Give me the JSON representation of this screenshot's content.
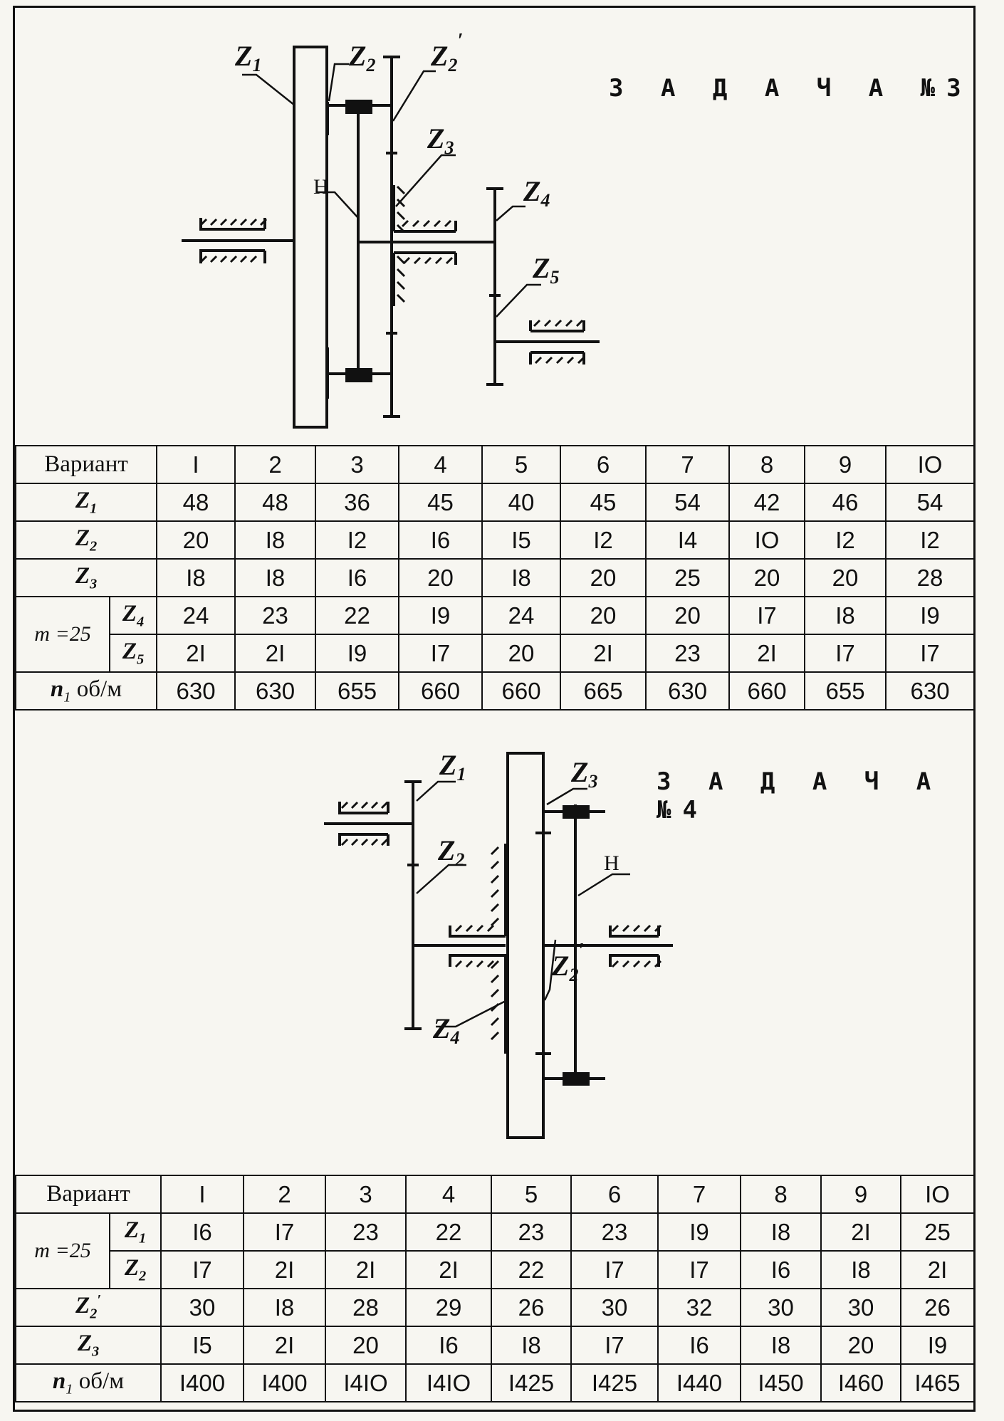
{
  "task3": {
    "title": "З А Д А Ч А №3",
    "diagram_labels": {
      "z1": "Z",
      "z1s": "1",
      "z2": "Z",
      "z2s": "2",
      "z2p": "Z",
      "z2ps": "2",
      "z2pm": "′",
      "z3": "Z",
      "z3s": "3",
      "h": "H",
      "z4": "Z",
      "z4s": "4",
      "z5": "Z",
      "z5s": "5"
    },
    "table": {
      "header_label": "Вариант",
      "variants": [
        "I",
        "2",
        "3",
        "4",
        "5",
        "6",
        "7",
        "8",
        "9",
        "IO"
      ],
      "rows": [
        {
          "label": "Z",
          "sub": "1",
          "values": [
            "48",
            "48",
            "36",
            "45",
            "40",
            "45",
            "54",
            "42",
            "46",
            "54"
          ]
        },
        {
          "label": "Z",
          "sub": "2",
          "values": [
            "20",
            "I8",
            "I2",
            "I6",
            "I5",
            "I2",
            "I4",
            "IO",
            "I2",
            "I2"
          ]
        },
        {
          "label": "Z",
          "sub": "3",
          "values": [
            "I8",
            "I8",
            "I6",
            "20",
            "I8",
            "20",
            "25",
            "20",
            "20",
            "28"
          ]
        }
      ],
      "module_label": "m =25",
      "module_rows": [
        {
          "label": "Z",
          "sub": "4",
          "values": [
            "24",
            "23",
            "22",
            "I9",
            "24",
            "20",
            "20",
            "I7",
            "I8",
            "I9"
          ]
        },
        {
          "label": "Z",
          "sub": "5",
          "values": [
            "2I",
            "2I",
            "I9",
            "I7",
            "20",
            "2I",
            "23",
            "2I",
            "I7",
            "I7"
          ]
        }
      ],
      "speed_row": {
        "label": "n",
        "sub": "1",
        "unit": "об/м",
        "values": [
          "630",
          "630",
          "655",
          "660",
          "660",
          "665",
          "630",
          "660",
          "655",
          "630"
        ]
      }
    }
  },
  "task4": {
    "title": "З А Д А Ч А №4",
    "diagram_labels": {
      "z1": "Z",
      "z1s": "1",
      "z2": "Z",
      "z2s": "2",
      "z3": "Z",
      "z3s": "3",
      "h": "H",
      "z2p": "Z",
      "z2ps": "2",
      "z2pm": "′",
      "z4": "Z",
      "z4s": "4"
    },
    "table": {
      "header_label": "Вариант",
      "variants": [
        "I",
        "2",
        "3",
        "4",
        "5",
        "6",
        "7",
        "8",
        "9",
        "IO"
      ],
      "module_label": "m =25",
      "module_rows": [
        {
          "label": "Z",
          "sub": "1",
          "values": [
            "I6",
            "I7",
            "23",
            "22",
            "23",
            "23",
            "I9",
            "I8",
            "2I",
            "25"
          ]
        },
        {
          "label": "Z",
          "sub": "2",
          "values": [
            "I7",
            "2I",
            "2I",
            "2I",
            "22",
            "I7",
            "I7",
            "I6",
            "I8",
            "2I"
          ]
        }
      ],
      "rows": [
        {
          "label": "Z",
          "sub": "2",
          "sup": "′",
          "values": [
            "30",
            "I8",
            "28",
            "29",
            "26",
            "30",
            "32",
            "30",
            "30",
            "26"
          ]
        },
        {
          "label": "Z",
          "sub": "3",
          "values": [
            "I5",
            "2I",
            "20",
            "I6",
            "I8",
            "I7",
            "I6",
            "I8",
            "20",
            "I9"
          ]
        }
      ],
      "speed_row": {
        "label": "n",
        "sub": "1",
        "unit": "об/м",
        "values": [
          "I400",
          "I400",
          "I4IO",
          "I4IO",
          "I425",
          "I425",
          "I440",
          "I450",
          "I460",
          "I465"
        ]
      }
    }
  }
}
